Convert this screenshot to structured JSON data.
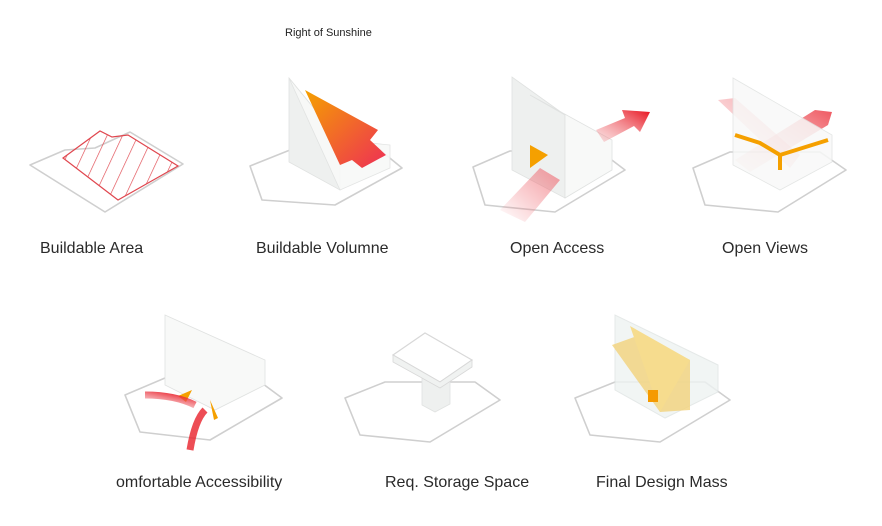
{
  "title": "Right of Sunshine",
  "panels": [
    {
      "label": "Buildable Area"
    },
    {
      "label": "Buildable Volumne"
    },
    {
      "label": "Open Access"
    },
    {
      "label": "Open Views"
    },
    {
      "label": "omfortable Accessibility"
    },
    {
      "label": "Req. Storage Space"
    },
    {
      "label": "Final Design Mass"
    }
  ],
  "colors": {
    "red": "#e8202a",
    "orange": "#f5a000",
    "yellow": "#f3d27a",
    "line": "#cfcfcf"
  }
}
